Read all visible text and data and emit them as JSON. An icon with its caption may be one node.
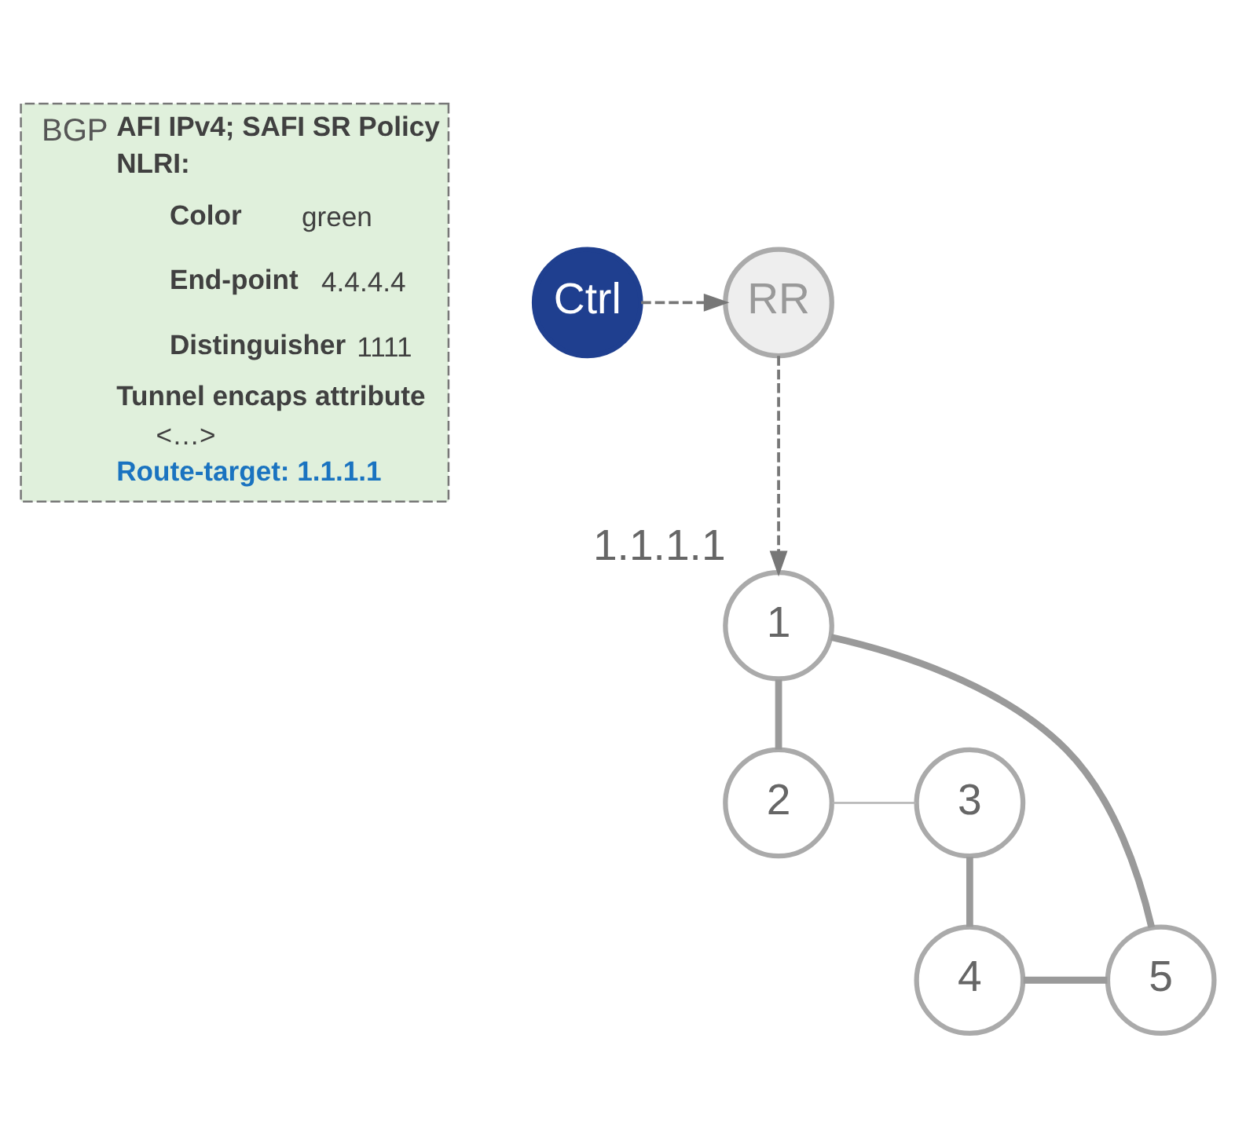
{
  "diagram": {
    "nodes": [
      {
        "text": [
          "BGP",
          "AFI IPv4; SAFI SR Policy",
          "NLRI:",
          "**Color** green",
          "**End-point** 4.4.4.4",
          "**Distinguisher** 1111",
          "Tunnel encaps attribute",
          "<…>",
          "Route-target: 1.1.1.1"
        ]
      },
      {
        "text": [
          "RR"
        ]
      },
      {
        "text": [
          "Ctrl"
        ]
      },
      {
        "text": [
          "1"
        ],
        "beside": [
          "1.1.1.1"
        ]
      },
      {
        "text": [
          "2"
        ]
      },
      {
        "text": [
          "3"
        ]
      },
      {
        "text": [
          "4"
        ]
      },
      {
        "text": [
          "5"
        ]
      }
    ],
    "edges": [
      {
        "from": 2,
        "to": 1,
        "arrow": "to",
        "style": "dashed"
      },
      {
        "from": 1,
        "to": 3,
        "arrow": "to",
        "style": "dashed"
      },
      {
        "from": 3,
        "to": 4,
        "arrow": "none"
      },
      {
        "from": 4,
        "to": 5,
        "arrow": "none",
        "color": "#b3b3b3"
      },
      {
        "from": 5,
        "to": 6,
        "arrow": "none"
      },
      {
        "from": 6,
        "to": 7,
        "arrow": "none"
      },
      {
        "from": 3,
        "to": 7,
        "arrow": "none"
      }
    ]
  }
}
